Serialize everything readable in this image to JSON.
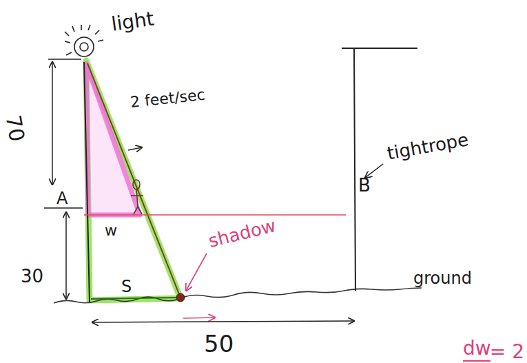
{
  "diagram": {
    "labels": [
      "light",
      "70",
      "A",
      "30",
      "2 feet/sec",
      "w",
      "shadow",
      "S",
      "B",
      "tightrope",
      "ground",
      "50",
      "dw",
      "= 2"
    ]
  }
}
